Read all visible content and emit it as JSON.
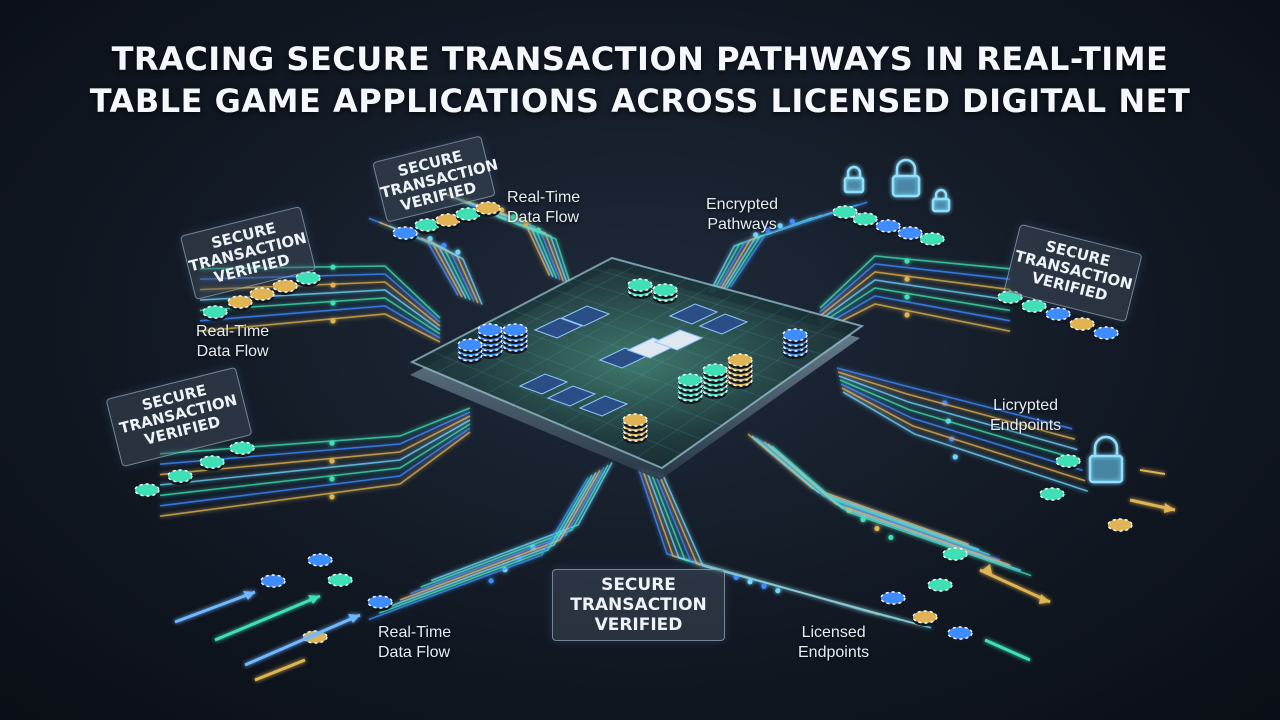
{
  "title": {
    "line1": "TRACING SECURE TRANSACTION PATHWAYS IN REAL-TIME",
    "line2": "TABLE GAME APPLICATIONS ACROSS LICENSED DIGITAL NET"
  },
  "badges": {
    "top_left_center": {
      "line1": "SECURE",
      "line2": "TRANSACTION",
      "line3": "VERIFIED"
    },
    "left_upper": {
      "line1": "SECURE",
      "line2": "TRANSACTION",
      "line3": "VERIFIED"
    },
    "left_lower": {
      "line1": "SECURE",
      "line2": "TRANSACTION",
      "line3": "VERIFIED"
    },
    "right_upper": {
      "line1": "SECURE",
      "line2": "TRANSACTION",
      "line3": "VERIFIED"
    },
    "bottom_center": {
      "line1": "SECURE",
      "line2": "TRANSACTION",
      "line3": "VERIFIED"
    }
  },
  "labels": {
    "flow_top": {
      "line1": "Real-Time",
      "line2": "Data Flow"
    },
    "flow_left": {
      "line1": "Real-Time",
      "line2": "Data Flow"
    },
    "flow_bottom": {
      "line1": "Real-Time",
      "line2": "Data Flow"
    },
    "encrypted": {
      "line1": "Encrypted",
      "line2": "Pathways"
    },
    "endpoints_r": {
      "line1": "Licrypted",
      "line2": "Endpoints"
    },
    "endpoints_b": {
      "line1": "Licensed",
      "line2": "Endpoints"
    }
  },
  "icons": [
    "lock-icon",
    "chip-icon",
    "card-icon",
    "arrow-icon"
  ],
  "colors": {
    "teal": "#3fe0b5",
    "blue": "#3f8cff",
    "gold": "#e0b453",
    "cyan": "#6fd6ff",
    "board": "#1d3a3c"
  }
}
